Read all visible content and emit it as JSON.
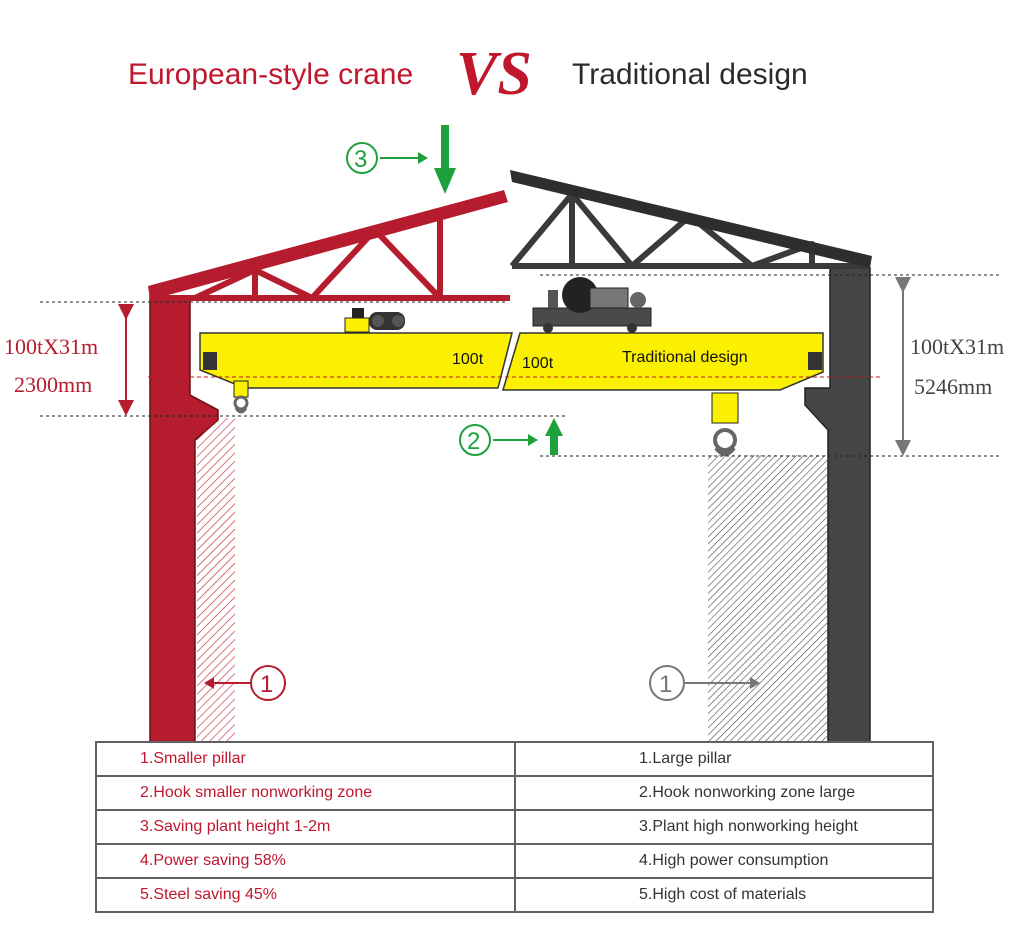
{
  "header": {
    "left_title": "European-style crane",
    "vs": "VS",
    "right_title": "Traditional design"
  },
  "diagram": {
    "left_dimension": {
      "spec": "100tX31m",
      "height": "2300mm"
    },
    "right_dimension": {
      "spec": "100tX31m",
      "height": "5246mm"
    },
    "beam": {
      "left_capacity": "100t",
      "right_capacity": "100t",
      "right_label": "Traditional design"
    },
    "markers": {
      "roof_lower": "3",
      "hook_zone": "2",
      "pillar_left": "1",
      "pillar_right": "1"
    },
    "colors": {
      "european": "#b51d2e",
      "traditional": "#3a3a3a",
      "beam": "#fbf000",
      "green": "#1ea03c"
    }
  },
  "comparison": {
    "rows": [
      {
        "european": "1.Smaller pillar",
        "traditional": "1.Large pillar"
      },
      {
        "european": "2.Hook smaller nonworking zone",
        "traditional": "2.Hook nonworking zone large"
      },
      {
        "european": "3.Saving plant height 1-2m",
        "traditional": "3.Plant high nonworking height"
      },
      {
        "european": "4.Power saving 58%",
        "traditional": "4.High power consumption"
      },
      {
        "european": "5.Steel saving 45%",
        "traditional": "5.High cost of materials"
      }
    ]
  }
}
